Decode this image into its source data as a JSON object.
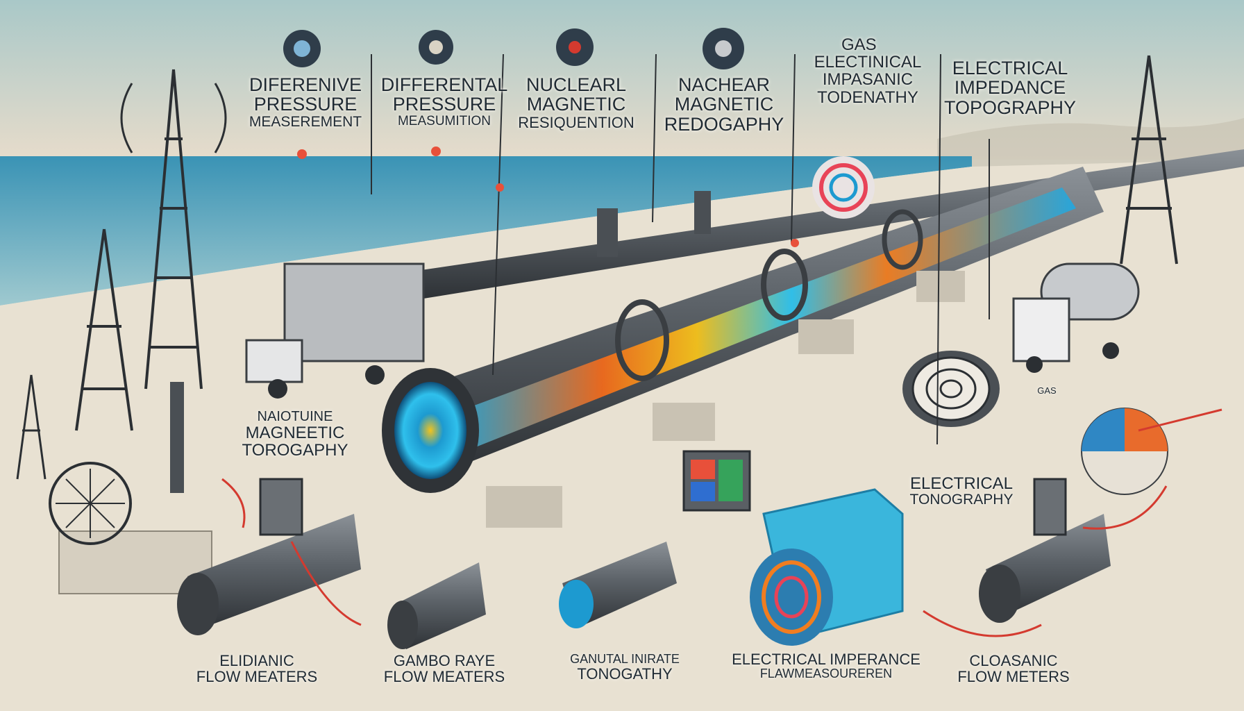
{
  "labels": {
    "top": [
      {
        "lines": [
          "DIFERENIVE",
          "PRESSURE",
          "MEASEREMENT"
        ]
      },
      {
        "lines": [
          "DIFFERENTAL",
          "PRESSURE",
          "MEASUMITION"
        ]
      },
      {
        "lines": [
          "NUCLEARL",
          "MAGNETIC",
          "RESIQUENTION"
        ]
      },
      {
        "lines": [
          "NACHEAR",
          "MAGNETIC",
          "REDOGAPHY"
        ]
      },
      {
        "lines": [
          "GAS",
          "ELECTINICAL",
          "IMPASANIC",
          "TODENATHY"
        ]
      },
      {
        "lines": [
          "ELECTRICAL",
          "IMPEDANCE",
          "TOPOGRAPHY"
        ]
      }
    ],
    "mid_left": {
      "lines": [
        "NAIOTUINE",
        "MAGNEETIC",
        "TOROGAPHY"
      ]
    },
    "mid_right": {
      "lines": [
        "ELECTRICAL",
        "TONOGRAPHY"
      ]
    },
    "small_tag": "GAS",
    "bottom": [
      {
        "lines": [
          "ELIDIANIC",
          "FLOW MEATERS"
        ]
      },
      {
        "lines": [
          "GAMBO RAYE",
          "FLOW MEATERS"
        ]
      },
      {
        "lines": [
          "GANUTAL INIRATE",
          "TONOGATHY"
        ]
      },
      {
        "lines": [
          "ELECTRICAL IMPERANCE",
          "FLAWMEASOUREREN"
        ]
      },
      {
        "lines": [
          "CLOASANIC",
          "FLOW METERS"
        ]
      }
    ]
  },
  "colors": {
    "sky": "#bdd6d6",
    "sea": "#3a8fb0",
    "sand": "#e8e1d2",
    "pipe": "#5b6066",
    "flow_warm": "#f28a1e",
    "flow_cool": "#2fb3e6",
    "wire": "#d43a2f",
    "text": "#1f2a33"
  }
}
